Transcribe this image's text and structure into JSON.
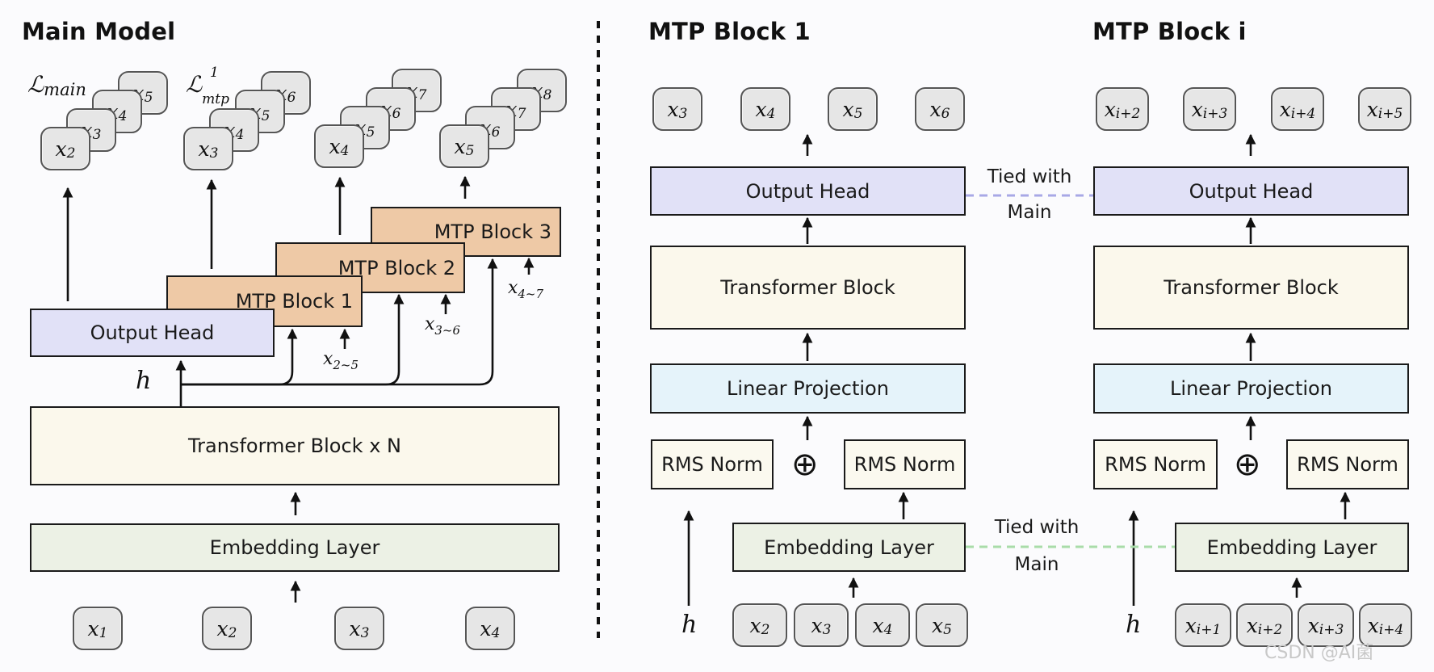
{
  "titles": {
    "main": "Main Model",
    "mtp1": "MTP Block 1",
    "mtpi": "MTP Block i"
  },
  "left": {
    "loss_main": "ℒmain",
    "loss_mtp": "ℒ",
    "loss_mtp_sup": "1",
    "loss_mtp_sub": "mtp",
    "output_head": "Output Head",
    "mtp_block_1": "MTP Block 1",
    "mtp_block_2": "MTP Block 2",
    "mtp_block_3": "MTP Block 3",
    "h": "h",
    "transformer": "Transformer Block x N",
    "embedding": "Embedding Layer",
    "side_inputs": [
      "x2~5",
      "x3~6",
      "x4~7"
    ],
    "inputs": [
      "x1",
      "x2",
      "x3",
      "x4"
    ],
    "stacks": [
      [
        "x2",
        "x3",
        "x4",
        "x5"
      ],
      [
        "x3",
        "x4",
        "x5",
        "x6"
      ],
      [
        "x4",
        "x5",
        "x6",
        "x7"
      ],
      [
        "x5",
        "x6",
        "x7",
        "x8"
      ]
    ]
  },
  "mtp1": {
    "outputs": [
      "x3",
      "x4",
      "x5",
      "x6"
    ],
    "output_head": "Output Head",
    "tied_top": [
      "Tied with",
      "Main"
    ],
    "transformer": "Transformer Block",
    "linear": "Linear Projection",
    "rms_left": "RMS Norm",
    "rms_right": "RMS Norm",
    "plus": "⊕",
    "embedding": "Embedding Layer",
    "tied_bottom": [
      "Tied with",
      "Main"
    ],
    "h": "h",
    "inputs": [
      "x2",
      "x3",
      "x4",
      "x5"
    ]
  },
  "mtpi": {
    "outputs": [
      "xi+2",
      "xi+3",
      "xi+4",
      "xi+5"
    ],
    "output_head": "Output Head",
    "transformer": "Transformer Block",
    "linear": "Linear Projection",
    "rms_left": "RMS Norm",
    "rms_right": "RMS Norm",
    "plus": "⊕",
    "embedding": "Embedding Layer",
    "h": "h",
    "inputs": [
      "xi+1",
      "xi+2",
      "xi+3",
      "xi+4"
    ]
  },
  "watermark": "CSDN @AI菌",
  "colors": {
    "output_head": "#e1e1f7",
    "transformer": "#fbf8ec",
    "linear": "#e5f3fa",
    "embedding": "#ecf1e5",
    "mtp_block": "#eec9a6",
    "token": "#e6e6e6",
    "tie_top": "#a8a8e6",
    "tie_bottom": "#a9dca9"
  }
}
